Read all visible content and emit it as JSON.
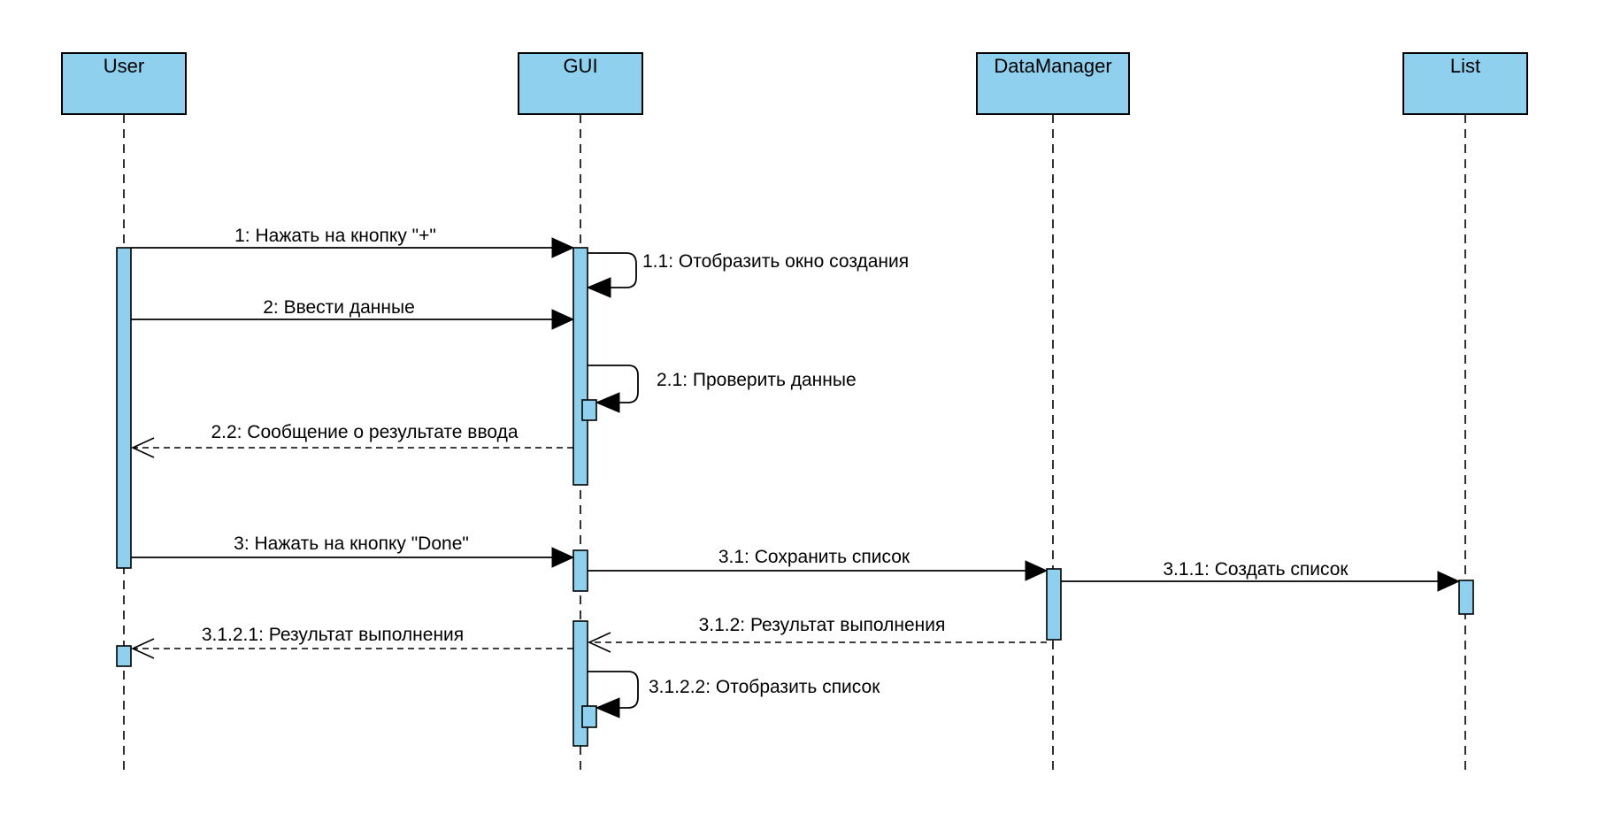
{
  "participants": [
    {
      "id": "user",
      "label": "User"
    },
    {
      "id": "gui",
      "label": "GUI"
    },
    {
      "id": "datamanager",
      "label": "DataManager"
    },
    {
      "id": "list",
      "label": "List"
    }
  ],
  "messages": [
    {
      "id": "m1",
      "label": "1: Нажать на кнопку \"+\"",
      "from": "user",
      "to": "gui",
      "kind": "sync"
    },
    {
      "id": "m1_1",
      "label": "1.1: Отобразить окно создания",
      "from": "gui",
      "to": "gui",
      "kind": "self"
    },
    {
      "id": "m2",
      "label": "2: Ввести данные",
      "from": "user",
      "to": "gui",
      "kind": "sync"
    },
    {
      "id": "m2_1",
      "label": "2.1: Проверить данные",
      "from": "gui",
      "to": "gui",
      "kind": "self"
    },
    {
      "id": "m2_2",
      "label": "2.2: Сообщение о результате ввода",
      "from": "gui",
      "to": "user",
      "kind": "return"
    },
    {
      "id": "m3",
      "label": "3: Нажать на кнопку \"Done\"",
      "from": "user",
      "to": "gui",
      "kind": "sync"
    },
    {
      "id": "m3_1",
      "label": "3.1: Сохранить список",
      "from": "gui",
      "to": "datamanager",
      "kind": "sync"
    },
    {
      "id": "m3_1_1",
      "label": "3.1.1: Создать список",
      "from": "datamanager",
      "to": "list",
      "kind": "sync"
    },
    {
      "id": "m3_1_2",
      "label": "3.1.2: Результат выполнения",
      "from": "datamanager",
      "to": "gui",
      "kind": "return"
    },
    {
      "id": "m3_1_2_1",
      "label": "3.1.2.1: Результат выполнения",
      "from": "gui",
      "to": "user",
      "kind": "return"
    },
    {
      "id": "m3_1_2_2",
      "label": "3.1.2.2: Отобразить список",
      "from": "gui",
      "to": "gui",
      "kind": "self"
    }
  ],
  "colors": {
    "box_fill": "#8fd0ef",
    "line": "#000000",
    "background": "#ffffff"
  }
}
